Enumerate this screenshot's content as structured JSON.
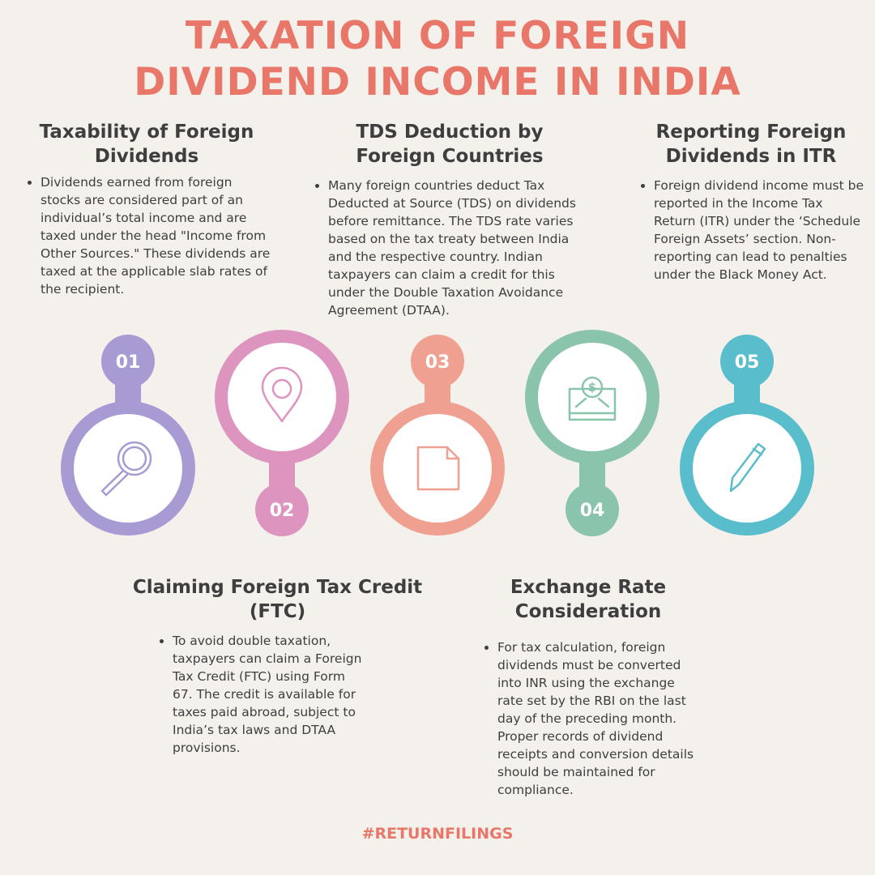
{
  "title": {
    "line1": "TAXATION OF FOREIGN",
    "line2": "DIVIDEND INCOME IN INDIA"
  },
  "sections": [
    {
      "heading_line1": "Taxability of Foreign",
      "heading_line2": "Dividends",
      "bullet": "Dividends earned from foreign stocks are considered part of an individual’s total income and are taxed under the head \"Income from Other Sources.\" These dividends are taxed at the applicable slab rates of the recipient."
    },
    {
      "heading_line1": "TDS Deduction by",
      "heading_line2": "Foreign Countries",
      "bullet": "Many foreign countries deduct Tax Deducted at Source (TDS) on dividends before remittance. The TDS rate varies based on the tax treaty between India and the respective country. Indian taxpayers can claim a credit for this under the Double Taxation Avoidance Agreement (DTAA)."
    },
    {
      "heading_line1": "Reporting Foreign",
      "heading_line2": "Dividends in ITR",
      "bullet": "Foreign dividend income must be reported in the Income Tax Return (ITR) under the ‘Schedule Foreign Assets’ section. Non-reporting can lead to penalties under the Black Money Act."
    },
    {
      "heading_line1": "Claiming Foreign Tax Credit",
      "heading_line2": "(FTC)",
      "bullet": "To avoid double taxation, taxpayers can claim a Foreign Tax Credit (FTC) using Form 67. The credit is available for taxes paid abroad, subject to India’s tax laws and DTAA provisions."
    },
    {
      "heading_line1": "Exchange Rate",
      "heading_line2": "Consideration",
      "bullet": "For tax calculation, foreign dividends must be converted into INR using the exchange rate set by the RBI on the last day of the preceding month. Proper records of dividend receipts and conversion details should be maintained for compliance."
    }
  ],
  "steps": [
    {
      "number": "01",
      "color": "#a89bd3",
      "icon": "magnifier-icon"
    },
    {
      "number": "02",
      "color": "#dd95bf",
      "icon": "location-pin-icon"
    },
    {
      "number": "03",
      "color": "#f0a090",
      "icon": "document-icon"
    },
    {
      "number": "04",
      "color": "#8bc4ac",
      "icon": "dollar-box-icon"
    },
    {
      "number": "05",
      "color": "#5abdcb",
      "icon": "pencil-icon"
    }
  ],
  "footer": {
    "hashtag": "#RETURNFILINGS"
  }
}
